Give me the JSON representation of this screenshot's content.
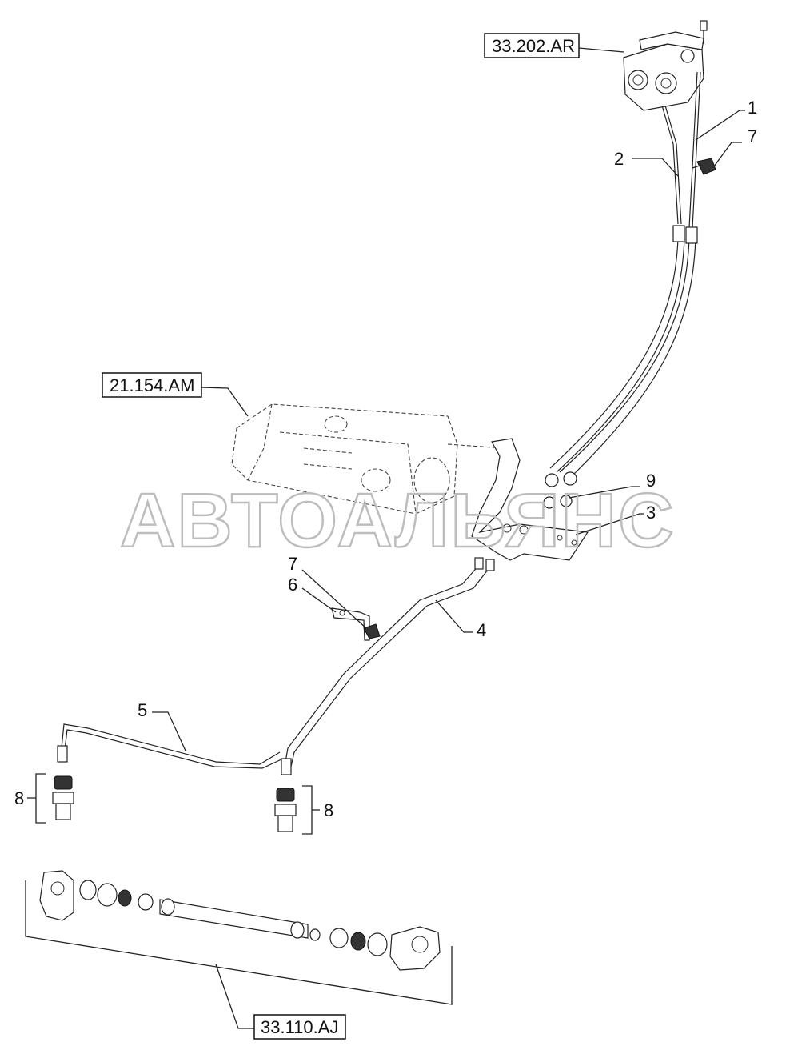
{
  "references": {
    "valve": "33.202.AR",
    "lift_housing": "21.154.AM",
    "axle": "33.110.AJ"
  },
  "callouts": {
    "c1": "1",
    "c2": "2",
    "c3": "3",
    "c4": "4",
    "c5": "5",
    "c6": "6",
    "c7_top": "7",
    "c7_mid": "7",
    "c8_left": "8",
    "c8_right": "8",
    "c9": "9"
  },
  "watermark": "АВТОАЛЬЯНС"
}
